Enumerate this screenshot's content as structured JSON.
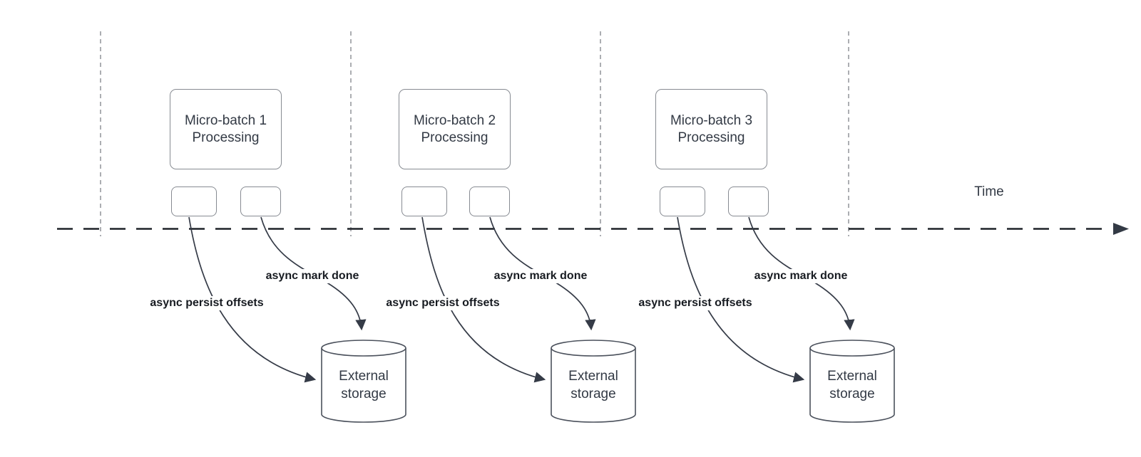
{
  "timeline": {
    "label": "Time"
  },
  "batches": [
    {
      "box_line1": "Micro-batch 1",
      "box_line2": "Processing",
      "persist_label": "async persist offsets",
      "mark_label": "async mark done",
      "storage_line1": "External",
      "storage_line2": "storage"
    },
    {
      "box_line1": "Micro-batch 2",
      "box_line2": "Processing",
      "persist_label": "async persist offsets",
      "mark_label": "async mark done",
      "storage_line1": "External",
      "storage_line2": "storage"
    },
    {
      "box_line1": "Micro-batch 3",
      "box_line2": "Processing",
      "persist_label": "async persist offsets",
      "mark_label": "async mark done",
      "storage_line1": "External",
      "storage_line2": "storage"
    }
  ],
  "colors": {
    "background": "#ffffff",
    "time_axis": "#1e2228",
    "guide_line": "#909398",
    "arrow_stroke": "#353b47",
    "box_border": "#878b92",
    "box_text": "#333a45",
    "label_text": "#171b21",
    "cylinder_stroke": "#4b515c"
  }
}
